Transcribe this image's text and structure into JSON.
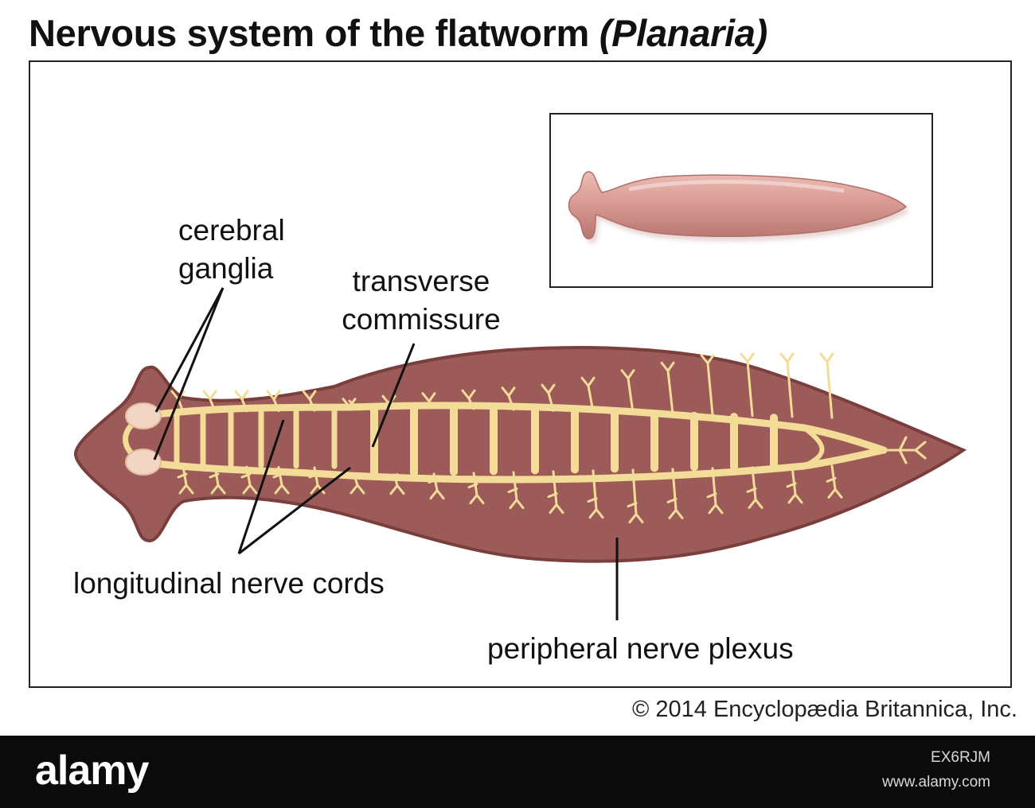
{
  "title": {
    "main": "Nervous system of the flatworm",
    "scientific": "(Planaria)"
  },
  "labels": {
    "cerebral_ganglia_line1": "cerebral",
    "cerebral_ganglia_line2": "ganglia",
    "transverse_commissure_line1": "transverse",
    "transverse_commissure_line2": "commissure",
    "longitudinal_nerve_cords": "longitudinal nerve cords",
    "peripheral_nerve_plexus": "peripheral nerve plexus"
  },
  "copyright": "© 2014 Encyclopædia Britannica, Inc.",
  "footer": {
    "brand": "alamy",
    "image_id": "EX6RJM",
    "site": "www.alamy.com"
  },
  "colors": {
    "body": "#9c5a58",
    "body_edge": "#7a3e3c",
    "nerve": "#f3dc98",
    "ganglia": "#f2d6c4",
    "inset_worm": "#d99b94",
    "footer_bg": "#0b0b0b"
  }
}
